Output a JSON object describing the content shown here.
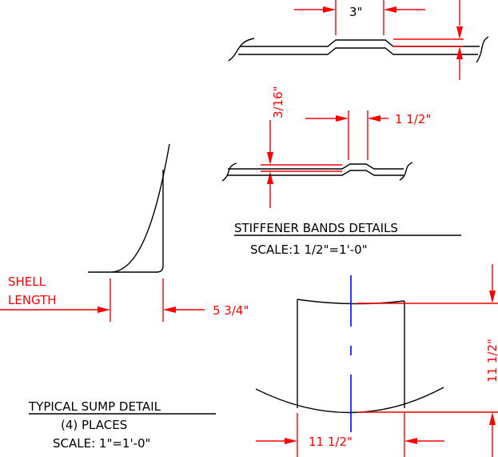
{
  "stiffener": {
    "dim_top": "3\"",
    "dim_right": "1 1/2\"",
    "dim_vertical": "3/16\"",
    "title": "STIFFENER BANDS DETAILS",
    "scale": "SCALE:1 1/2\"=1'-0\""
  },
  "shell": {
    "label_line1": "SHELL",
    "label_line2": "LENGTH",
    "dim": "5 3/4\""
  },
  "sump": {
    "dim_width": "11 1/2\"",
    "dim_height": "11 1/2\"",
    "title": "TYPICAL SUMP DETAIL",
    "places": "(4) PLACES",
    "scale": "SCALE: 1\"=1'-0\""
  },
  "colors": {
    "dimension": "#ff0000",
    "geometry": "#000000",
    "centerline": "#0000ff",
    "background": "#ffffff"
  }
}
